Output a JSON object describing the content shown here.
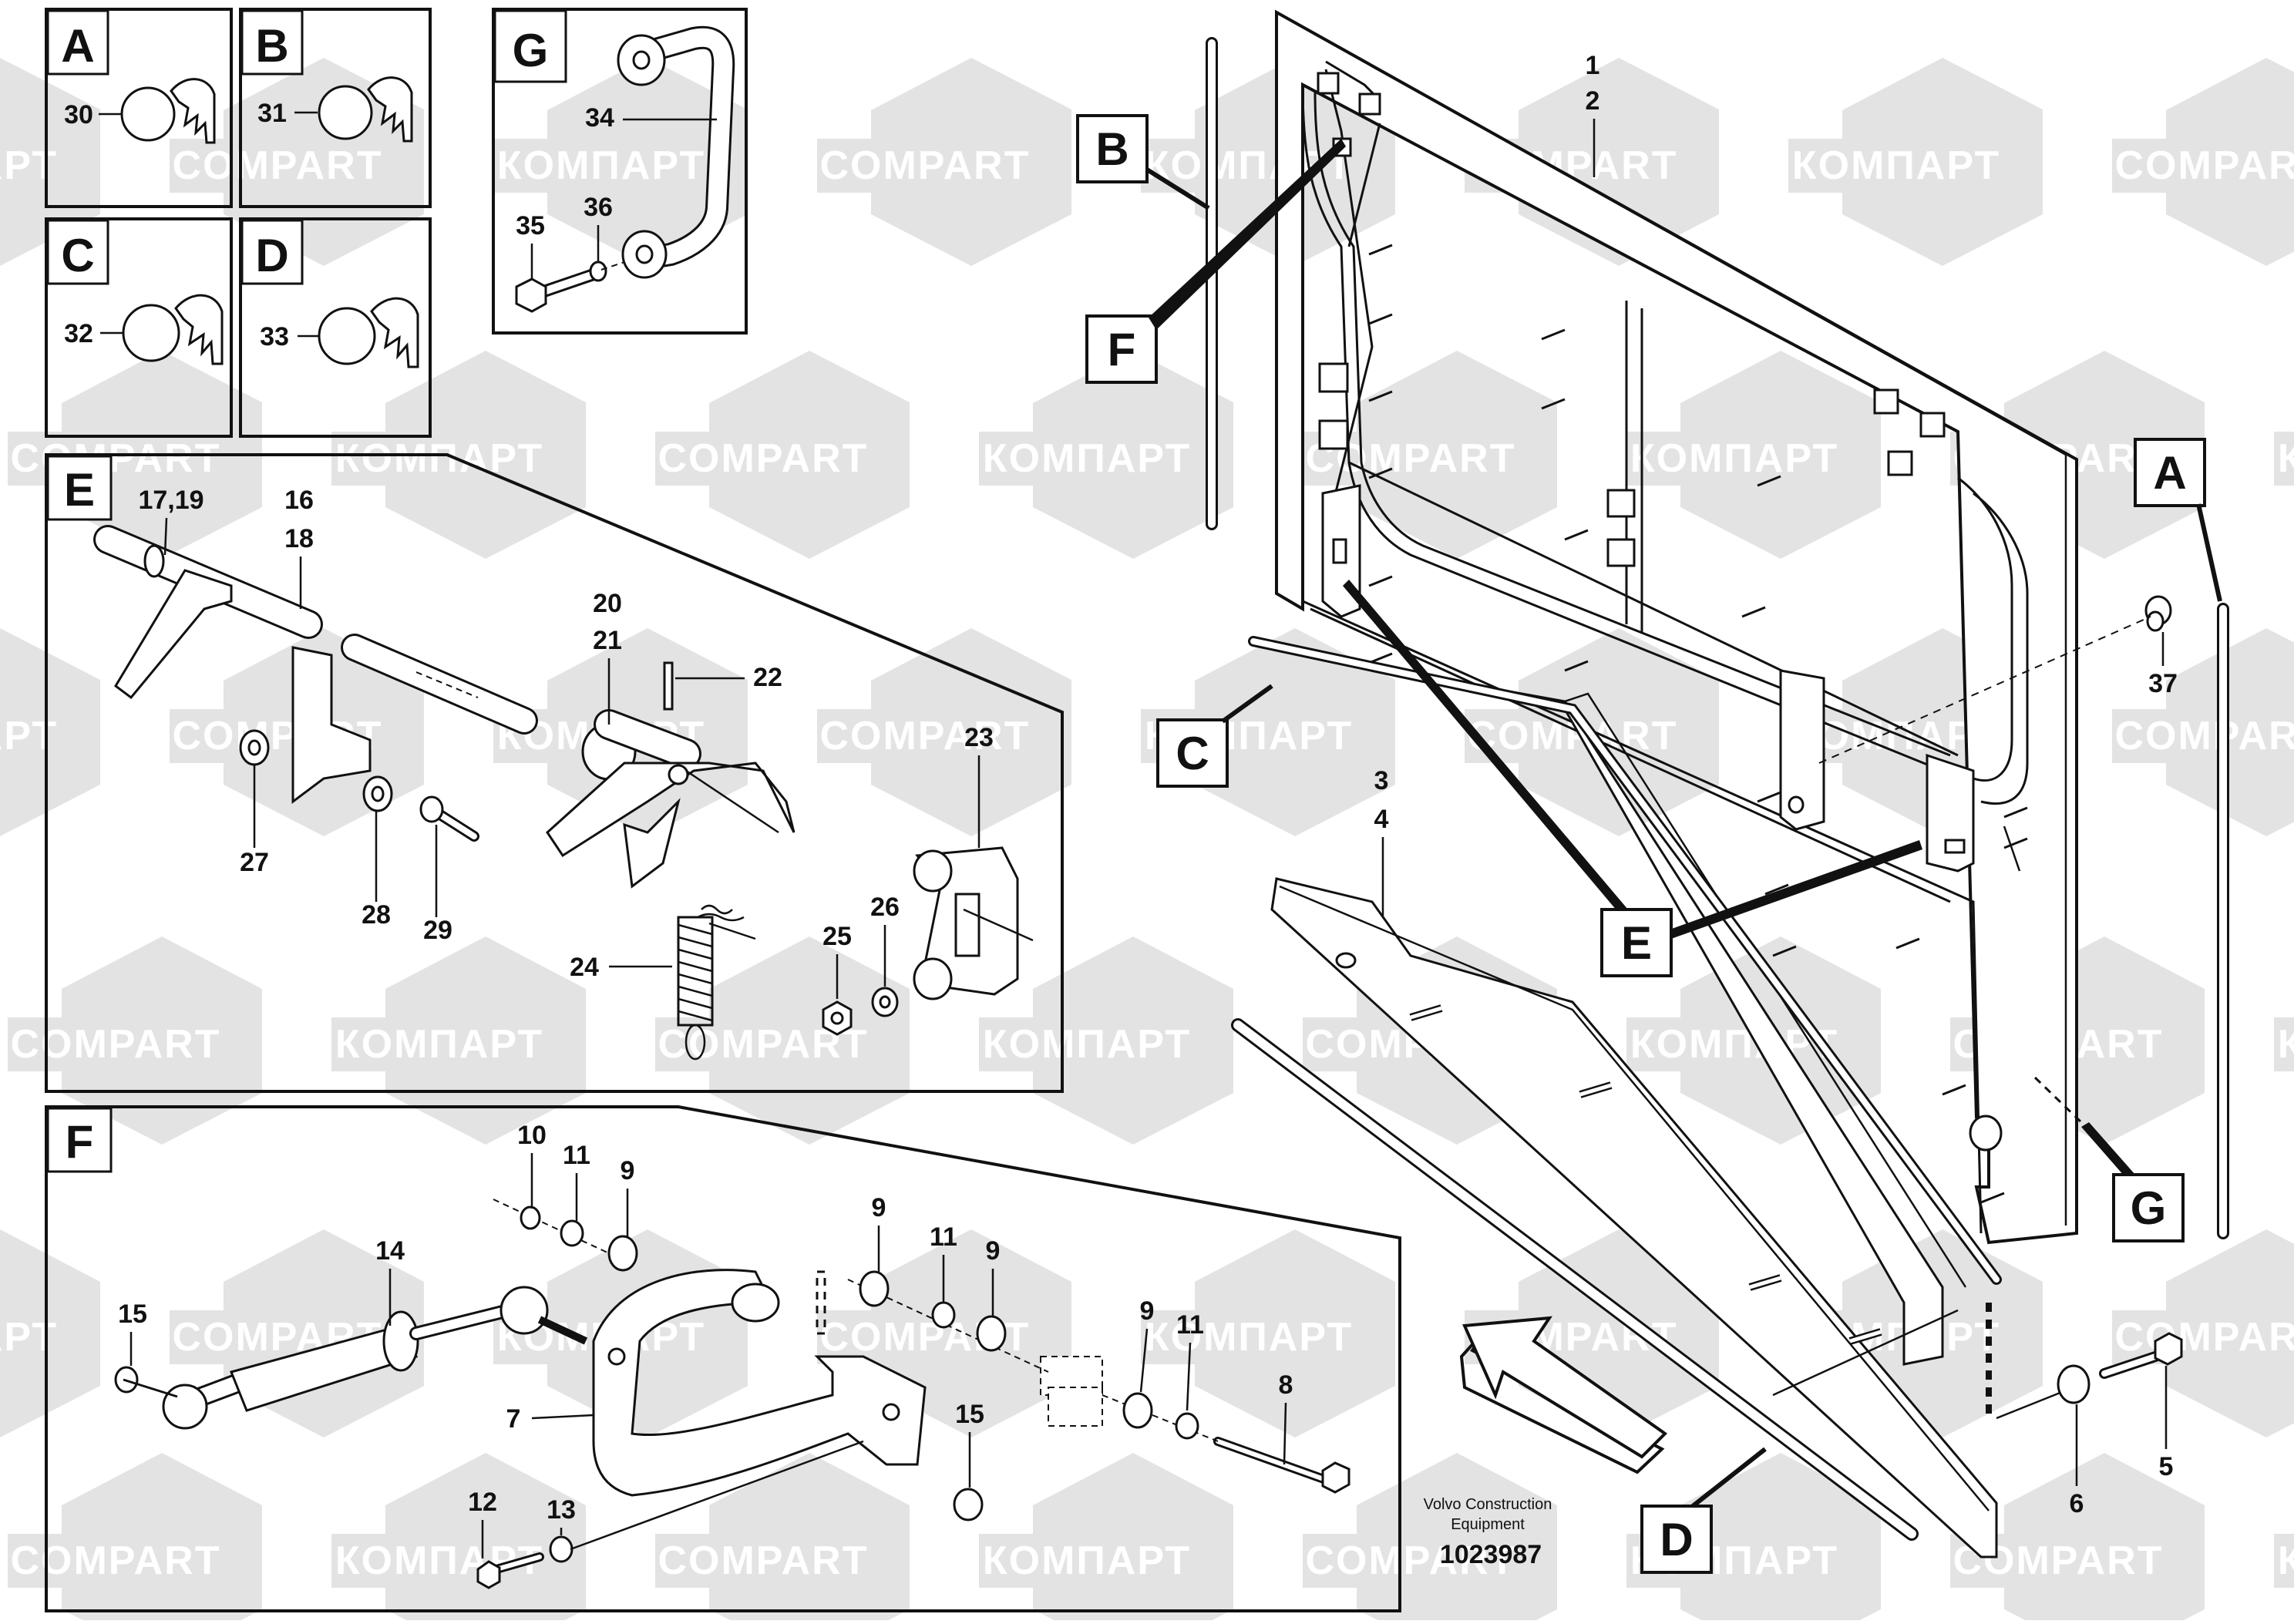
{
  "watermark": {
    "text_a": "КОМПАРТ",
    "text_b": "COMPART",
    "color": "#e3e3e3"
  },
  "insets": {
    "A": {
      "letter": "A",
      "part": "30"
    },
    "B": {
      "letter": "B",
      "part": "31"
    },
    "C": {
      "letter": "C",
      "part": "32"
    },
    "D": {
      "letter": "D",
      "part": "33"
    },
    "G": {
      "letter": "G",
      "parts": [
        "34",
        "35",
        "36"
      ]
    },
    "E": {
      "letter": "E",
      "parts": [
        "17,19",
        "16",
        "18",
        "20",
        "21",
        "22",
        "23",
        "24",
        "25",
        "26",
        "27",
        "28",
        "29"
      ]
    },
    "F": {
      "letter": "F",
      "parts": [
        "10",
        "11",
        "9",
        "9",
        "11",
        "9",
        "14",
        "15",
        "7",
        "9",
        "11",
        "8",
        "15",
        "12",
        "13"
      ]
    }
  },
  "main_view": {
    "callout_letters": [
      "B",
      "F",
      "A",
      "C",
      "E",
      "G",
      "D"
    ],
    "part_numbers": [
      "1",
      "2",
      "37",
      "3",
      "4",
      "5",
      "6"
    ]
  },
  "footer": {
    "line1": "Volvo Construction",
    "line2": "Equipment",
    "doc_number": "1023987"
  }
}
